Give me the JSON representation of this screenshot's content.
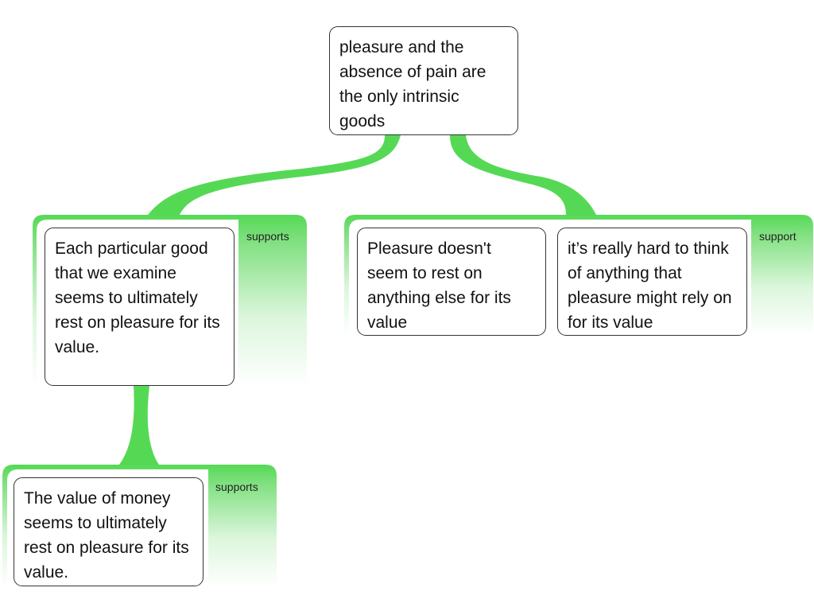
{
  "nodes": {
    "root": {
      "text": "pleasure and the absence of pain are the only intrinsic goods"
    },
    "left": {
      "text": "Each particular good that we examine seems to ultimately rest on pleasure for its value."
    },
    "bottom": {
      "text": "The value of money seems to ultimately rest on pleasure for its value."
    },
    "right_a": {
      "text": "Pleasure doesn't seem to rest on anything else for its value"
    },
    "right_b": {
      "text": "it’s really hard to think of anything that pleasure might rely on for its value"
    }
  },
  "groups": {
    "left": {
      "label": "supports"
    },
    "bottom": {
      "label": "supports"
    },
    "right": {
      "label": "support"
    }
  },
  "colors": {
    "connector": "#55d955",
    "node_border": "#333333",
    "text": "#111111"
  }
}
